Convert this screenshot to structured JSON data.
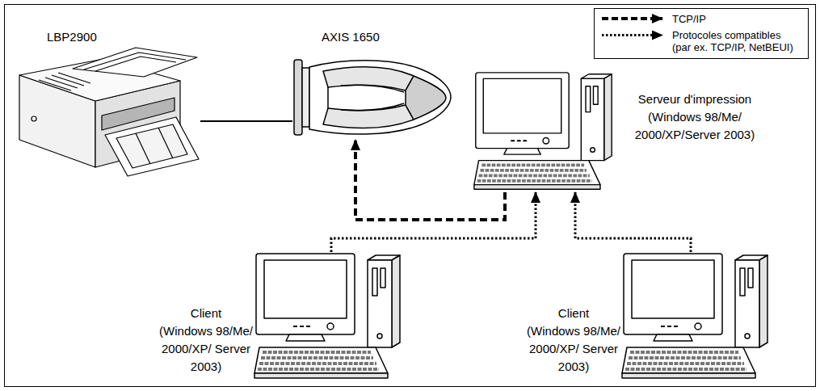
{
  "diagram": {
    "nodes": [
      {
        "text": [
          "LBP2900"
        ]
      },
      {
        "text": [
          "AXIS 1650"
        ]
      },
      {
        "text": [
          "Serveur d'impression",
          "(Windows 98/Me/ 2000/XP/Server 2003)"
        ]
      },
      {
        "text": [
          "Client",
          "(Windows 98/Me/ 2000/XP/ Server 2003)"
        ]
      },
      {
        "text": [
          "Client",
          "(Windows 98/Me/ 2000/XP/ Server 2003)"
        ]
      }
    ],
    "edges": [
      {
        "from": 0,
        "to": 1,
        "arrow": "none"
      },
      {
        "from": 2,
        "to": 1,
        "arrow": "to"
      },
      {
        "from": 3,
        "to": 2,
        "arrow": "to"
      },
      {
        "from": 4,
        "to": 2,
        "arrow": "to"
      }
    ],
    "legend": [
      {
        "text": "TCP/IP"
      },
      {
        "text": "Protocoles compatibles (par ex. TCP/IP, NetBEUI)"
      }
    ]
  }
}
